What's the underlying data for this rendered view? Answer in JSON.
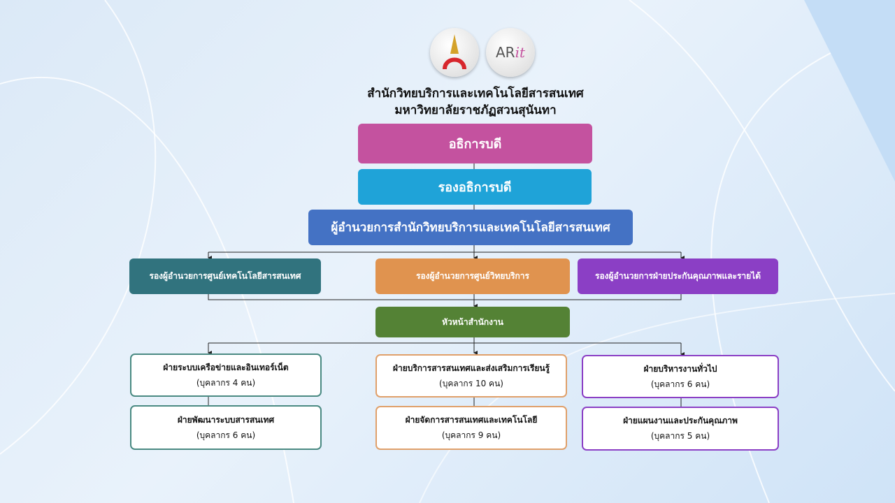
{
  "header": {
    "logo_left": "university-emblem",
    "logo_right": "ARit",
    "title_line1": "สำนักวิทยบริการและเทคโนโลยีสารสนเทศ",
    "title_line2": "มหาวิทยาลัยราชภัฏสวนสุนันทา"
  },
  "levels": {
    "president": "อธิการบดี",
    "vice_president": "รองอธิการบดี",
    "director": "ผู้อำนวยการสำนักวิทยบริการและเทคโนโลยีสารสนเทศ",
    "office_head": "หัวหน้าสำนักงาน"
  },
  "deputies": [
    {
      "label": "รองผู้อำนวยการศูนย์เทคโนโลยีสารสนเทศ",
      "color": "#31737e"
    },
    {
      "label": "รองผู้อำนวยการศูนย์วิทยบริการ",
      "color": "#e0934f"
    },
    {
      "label": "รองผู้อำนวยการฝ่ายประกันคุณภาพและรายได้",
      "color": "#8b3fc5"
    }
  ],
  "units": [
    {
      "name": "ฝ่ายระบบเครือข่ายและอินเทอร์เน็ต",
      "staff": "(บุคลากร  4  คน)"
    },
    {
      "name": "ฝ่ายพัฒนาระบบสารสนเทศ",
      "staff": "(บุคลากร  6  คน)"
    },
    {
      "name": "ฝ่ายบริการสารสนเทศและส่งเสริมการเรียนรู้",
      "staff": "(บุคลากร  10  คน)"
    },
    {
      "name": "ฝ่ายจัดการสารสนเทศและเทคโนโลยี",
      "staff": "(บุคลากร  9  คน)"
    },
    {
      "name": "ฝ่ายบริหารงานทั่วไป",
      "staff": "(บุคลากร  6  คน)"
    },
    {
      "name": "ฝ่ายแผนงานและประกันคุณภาพ",
      "staff": "(บุคลากร  5  คน)"
    }
  ]
}
